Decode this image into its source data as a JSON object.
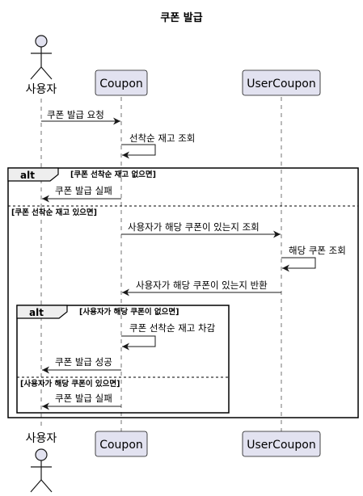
{
  "title": "쿠폰 발급",
  "participants": {
    "actor": "사용자",
    "coupon": "Coupon",
    "user_coupon": "UserCoupon"
  },
  "messages": {
    "m1": "쿠폰 발급 요청",
    "m2": "선착순 재고 조회",
    "m3": "쿠폰 발급 실패",
    "m4": "사용자가 해당 쿠폰이 있는지 조회",
    "m5": "해당 쿠폰 조회",
    "m6": "사용자가 해당 쿠폰이 있는지 반환",
    "m7": "쿠폰 선착순 재고 차감",
    "m8": "쿠폰 발급 성공",
    "m9": "쿠폰 발급 실패"
  },
  "fragments": {
    "outer": {
      "keyword": "alt",
      "guard1": "[쿠폰 선착순 재고 없으면]",
      "guard2": "[쿠폰 선착순 재고 있으면]"
    },
    "inner": {
      "keyword": "alt",
      "guard1": "[사용자가 해당 쿠폰이 없으면]",
      "guard2": "[사용자가 해당 쿠폰이 있으면]"
    }
  },
  "colors": {
    "participant_fill": "#e2e2f0",
    "participant_stroke": "#181818",
    "line": "#181818",
    "fragment_tab": "#eeeeee"
  }
}
